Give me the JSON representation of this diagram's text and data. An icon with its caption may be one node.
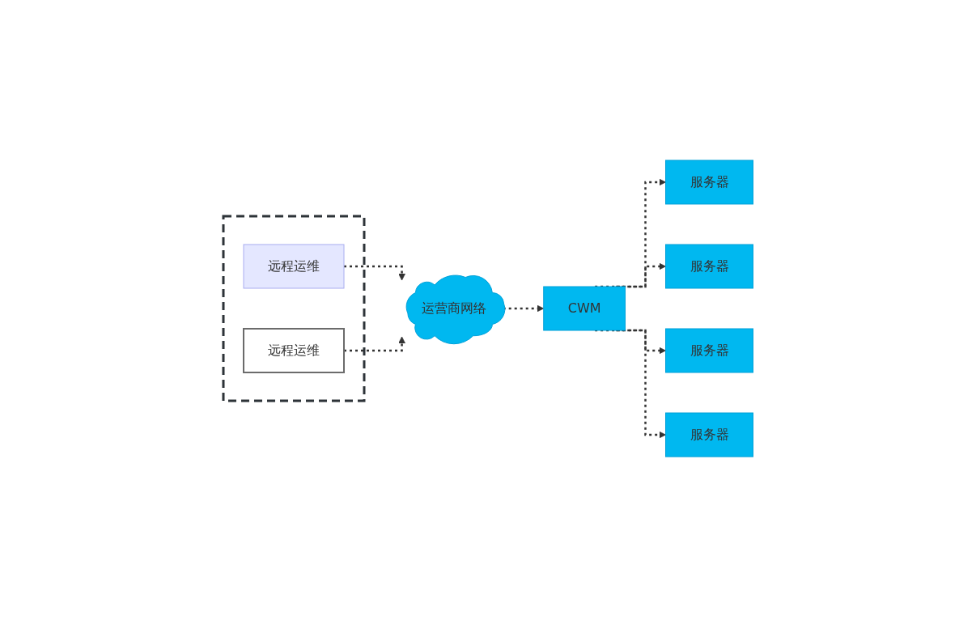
{
  "diagram": {
    "nodes": [
      {
        "text": [],
        "shape": "box"
      },
      {
        "text": [
          "远程运维"
        ],
        "in": 0
      },
      {
        "text": [
          "远程运维"
        ],
        "in": 0
      },
      {
        "text": [
          "运营商网络"
        ]
      },
      {
        "text": [
          "CWM"
        ]
      },
      {
        "text": [
          "服务器"
        ]
      },
      {
        "text": [
          "服务器"
        ]
      },
      {
        "text": [
          "服务器"
        ]
      },
      {
        "text": [
          "服务器"
        ]
      }
    ],
    "edges": [
      {
        "from": 1,
        "to": 3,
        "arrow": "to",
        "style": "dashed"
      },
      {
        "from": 2,
        "to": 3,
        "arrow": "to",
        "style": "dashed"
      },
      {
        "from": 3,
        "to": 4,
        "arrow": "to",
        "style": "dashed"
      },
      {
        "from": 4,
        "to": 5,
        "arrow": "to",
        "style": "dashed"
      },
      {
        "from": 4,
        "to": 6,
        "arrow": "to",
        "style": "dashed"
      },
      {
        "from": 4,
        "to": 7,
        "arrow": "to",
        "style": "dashed"
      },
      {
        "from": 4,
        "to": 8,
        "arrow": "to",
        "style": "dashed"
      }
    ]
  }
}
